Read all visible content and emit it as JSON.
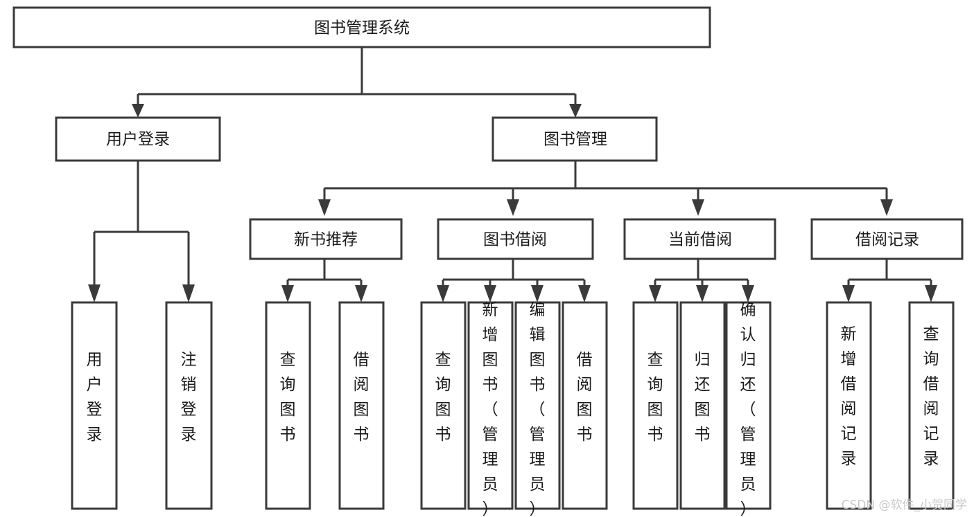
{
  "diagram": {
    "type": "tree-hierarchy-diagram",
    "title": "图书管理系统",
    "orientation": "top-down",
    "colors": {
      "box_fill": "#ffffff",
      "box_stroke": "#3a3a3a",
      "text": "#1a1a1a",
      "connector": "#3a3a3a",
      "watermark": "#c9c9c9",
      "background": "#ffffff"
    },
    "root": {
      "label": "图书管理系统",
      "orientation": "horizontal"
    },
    "level2": [
      {
        "label": "用户登录",
        "orientation": "horizontal"
      },
      {
        "label": "图书管理",
        "orientation": "horizontal"
      }
    ],
    "level3": [
      {
        "label": "新书推荐",
        "orientation": "horizontal",
        "parent": "图书管理"
      },
      {
        "label": "图书借阅",
        "orientation": "horizontal",
        "parent": "图书管理"
      },
      {
        "label": "当前借阅",
        "orientation": "horizontal",
        "parent": "图书管理"
      },
      {
        "label": "借阅记录",
        "orientation": "horizontal",
        "parent": "图书管理"
      }
    ],
    "leaves": [
      {
        "label": "用户登录",
        "orientation": "vertical",
        "parent": "用户登录"
      },
      {
        "label": "注销登录",
        "orientation": "vertical",
        "parent": "用户登录"
      },
      {
        "label": "查询图书",
        "orientation": "vertical",
        "parent": "新书推荐"
      },
      {
        "label": "借阅图书",
        "orientation": "vertical",
        "parent": "新书推荐"
      },
      {
        "label": "查询图书",
        "orientation": "vertical",
        "parent": "图书借阅"
      },
      {
        "label": "新增图书（管理员）",
        "orientation": "vertical",
        "parent": "图书借阅"
      },
      {
        "label": "编辑图书（管理员）",
        "orientation": "vertical",
        "parent": "图书借阅"
      },
      {
        "label": "借阅图书",
        "orientation": "vertical",
        "parent": "图书借阅"
      },
      {
        "label": "查询图书",
        "orientation": "vertical",
        "parent": "当前借阅"
      },
      {
        "label": "归还图书",
        "orientation": "vertical",
        "parent": "当前借阅"
      },
      {
        "label": "确认归还（管理员）",
        "orientation": "vertical",
        "parent": "当前借阅"
      },
      {
        "label": "新增借阅记录",
        "orientation": "vertical",
        "parent": "借阅记录"
      },
      {
        "label": "查询借阅记录",
        "orientation": "vertical",
        "parent": "借阅记录"
      }
    ]
  },
  "watermark": {
    "text": "CSDN @软件_小贺同学"
  }
}
